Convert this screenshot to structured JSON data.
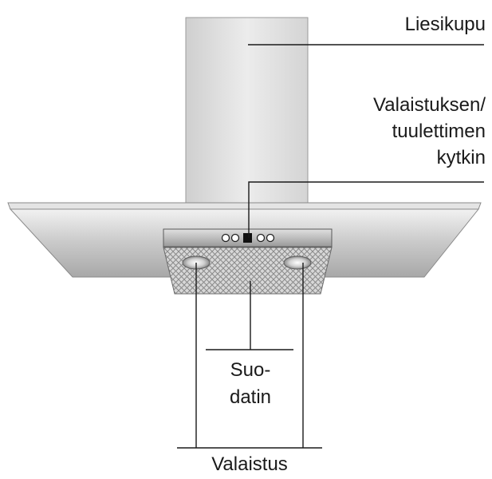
{
  "labels": {
    "chimney": "Liesikupu",
    "switch_line1": "Valaistuksen/",
    "switch_line2": "tuulettimen",
    "switch_line3": "kytkin",
    "filter_line1": "Suo-",
    "filter_line2": "datin",
    "lighting": "Valaistus"
  },
  "colors": {
    "line": "#1a1a1a",
    "steel_light": "#ebebeb",
    "steel_mid": "#c9c9c9",
    "steel_dark": "#8f8f8f",
    "filter_mesh": "#b5b5b5"
  }
}
